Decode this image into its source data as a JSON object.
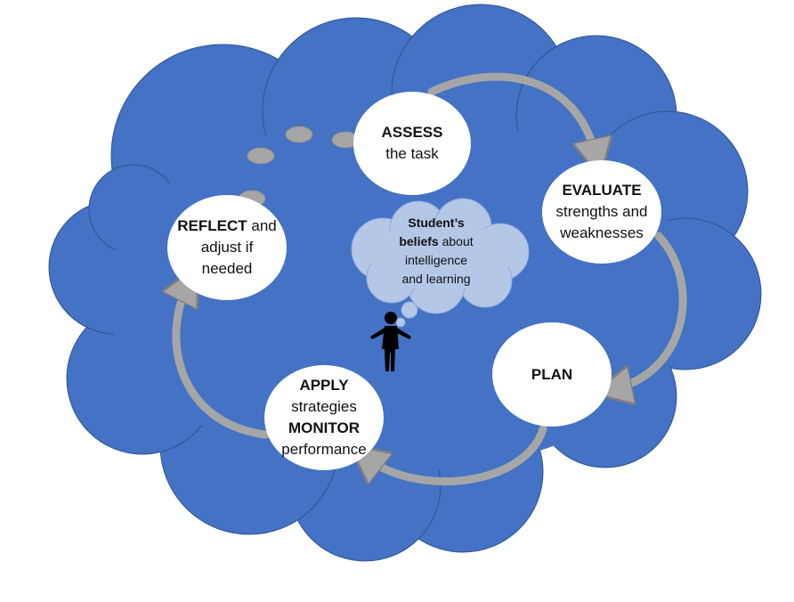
{
  "colors": {
    "cloud": "#4472C4",
    "cloud_edge": "#2F528F",
    "node": "#FFFFFF",
    "arrow": "#A6A6A6",
    "arrow_edge": "#7F7F7F",
    "thought_cloud": "#B4C7E7",
    "bubble": "#A6A6A6",
    "person": "#000000"
  },
  "steps": {
    "assess": {
      "bold": "ASSESS",
      "rest": "the task"
    },
    "evaluate": {
      "bold": "EVALUATE",
      "line2": "strengths and",
      "line3": "weaknesses"
    },
    "plan": {
      "bold": "PLAN"
    },
    "apply": {
      "bold": "APPLY",
      "line2": "strategies",
      "bold2": "MONITOR",
      "line4": "performance"
    },
    "reflect": {
      "bold": "REFLECT",
      "line1_rest": " and",
      "line2": "adjust if",
      "line3": "needed"
    }
  },
  "beliefs": {
    "line1": "Student’s",
    "line2_bold": "beliefs",
    "line2_rest": " about",
    "line3": "intelligence",
    "line4": "and learning"
  },
  "icons": {
    "person": "person-icon"
  }
}
